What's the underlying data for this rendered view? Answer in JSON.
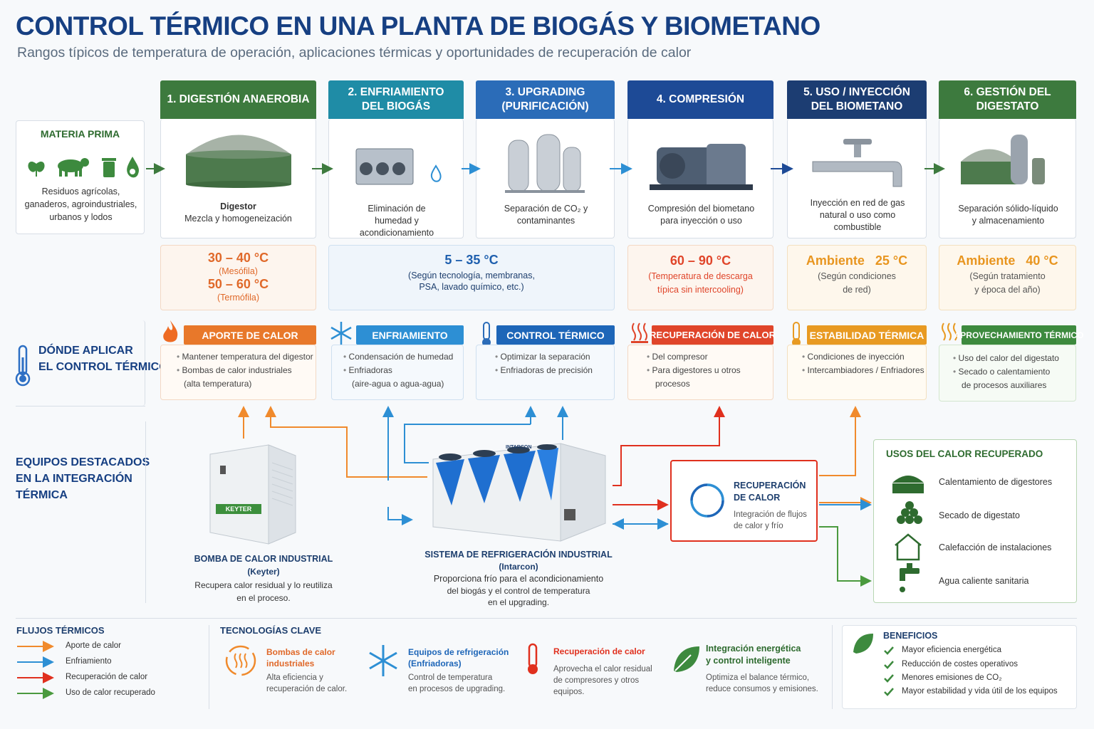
{
  "title": "CONTROL TÉRMICO EN UNA PLANTA DE BIOGÁS Y BIOMETANO",
  "subtitle": "Rangos típicos de temperatura de operación, aplicaciones térmicas y oportunidades de recuperación de calor",
  "materia": {
    "title": "MATERIA PRIMA",
    "desc": "Residuos agrícolas, ganaderos, agroindustriales, urbanos y lodos"
  },
  "stages": [
    {
      "header": "1. DIGESTIÓN ANAEROBIA",
      "bold": "Digestor",
      "caption": "Mezcla y homogeneización",
      "color": "#3d7a3e"
    },
    {
      "header": "2. ENFRIAMIENTO DEL BIOGÁS",
      "caption": "Eliminación de humedad y acondicionamiento",
      "color": "#1f8ca6"
    },
    {
      "header": "3. UPGRADING (PURIFICACIÓN)",
      "caption": "Separación de CO₂ y contaminantes",
      "color": "#2b6cb8"
    },
    {
      "header": "4. COMPRESIÓN",
      "caption": "Compresión del biometano para inyección o uso",
      "color": "#1d4a96"
    },
    {
      "header": "5. USO / INYECCIÓN DEL BIOMETANO",
      "caption": "Inyección en red de gas natural o uso como combustible",
      "color": "#1c3d72"
    },
    {
      "header": "6. GESTIÓN DEL DIGESTATO",
      "caption": "Separación sólido-líquido y almacenamiento",
      "color": "#3d7a3e"
    }
  ],
  "ranges": {
    "r1": {
      "a": "30 – 40 °C",
      "a_note": "(Mesófila)",
      "b": "50 – 60 °C",
      "b_note": "(Termófila)"
    },
    "r2": {
      "a": "5 – 35 °C",
      "note1": "(Según tecnología, membranas,",
      "note2": "PSA, lavado químico, etc.)"
    },
    "r4": {
      "a": "60 – 90 °C",
      "note1": "(Temperatura de descarga",
      "note2": "típica sin intercooling)"
    },
    "r5": {
      "a": "Ambiente",
      "b": "25 °C",
      "note1": "(Según condiciones",
      "note2": "de red)"
    },
    "r6": {
      "a": "Ambiente",
      "b": "40 °C",
      "note1": "(Según tratamiento",
      "note2": "y época del año)"
    }
  },
  "control_section": {
    "line1": "DÓNDE APLICAR",
    "line2": "EL CONTROL TÉRMICO"
  },
  "controls": [
    {
      "tag": "APORTE DE CALOR",
      "b1": "Mantener temperatura del digestor",
      "b2": "Bombas de calor industriales",
      "b3": "(alta temperatura)",
      "color": "#e8782a"
    },
    {
      "tag": "ENFRIAMIENTO",
      "b1": "Condensación de humedad",
      "b2": "Enfriadoras",
      "b3": "(aire-agua o agua-agua)",
      "color": "#2d8fd4"
    },
    {
      "tag": "CONTROL TÉRMICO",
      "b1": "Optimizar la separación",
      "b2": "Enfriadoras de precisión",
      "color": "#1e66b8"
    },
    {
      "tag": "RECUPERACIÓN DE CALOR",
      "b1": "Del compresor",
      "b2": "Para digestores u otros",
      "b3": "procesos",
      "color": "#e0452a"
    },
    {
      "tag": "ESTABILIDAD TÉRMICA",
      "b1": "Condiciones de inyección",
      "b2": "Intercambiadores / Enfriadores",
      "color": "#e89a22"
    },
    {
      "tag": "APROVECHAMIENTO TÉRMICO",
      "b1": "Uso del calor del digestato",
      "b2": "Secado o calentamiento",
      "b3": "de procesos auxiliares",
      "color": "#3d8a3e"
    }
  ],
  "equip_section": {
    "line1": "EQUIPOS DESTACADOS",
    "line2": "EN LA INTEGRACIÓN",
    "line3": "TÉRMICA"
  },
  "equip": {
    "keyter_brand": "KEYTER",
    "pump_title": "BOMBA DE CALOR INDUSTRIAL",
    "pump_brand": "(Keyter)",
    "pump_desc1": "Recupera calor residual y lo reutiliza",
    "pump_desc2": "en el proceso.",
    "intarcon_brand": "INTARCON",
    "refri_title": "SISTEMA DE REFRIGERACIÓN INDUSTRIAL",
    "refri_brand": "(Intarcon)",
    "refri_desc1": "Proporciona frío para el acondicionamiento",
    "refri_desc2": "del biogás y el control de temperatura",
    "refri_desc3": "en el upgrading."
  },
  "recovery": {
    "title1": "RECUPERACIÓN",
    "title2": "DE CALOR",
    "desc1": "Integración de flujos",
    "desc2": "de calor y frío"
  },
  "uses": {
    "title": "USOS DEL CALOR RECUPERADO",
    "items": [
      "Calentamiento de digestores",
      "Secado de digestato",
      "Calefacción de instalaciones",
      "Agua caliente sanitaria"
    ]
  },
  "flows": {
    "title": "FLUJOS TÉRMICOS",
    "items": [
      "Aporte de calor",
      "Enfriamiento",
      "Recuperación de calor",
      "Uso de calor recuperado"
    ]
  },
  "tech": {
    "title": "TECNOLOGÍAS CLAVE",
    "items": [
      {
        "t1": "Bombas de calor",
        "t2": "industriales",
        "d1": "Alta eficiencia y",
        "d2": "recuperación de calor."
      },
      {
        "t1": "Equipos de refrigeración",
        "t2": "(Enfriadoras)",
        "d1": "Control de temperatura",
        "d2": "en procesos de upgrading."
      },
      {
        "t1": "Recuperación de calor",
        "d1": "Aprovecha el calor residual",
        "d2": "de compresores y otros",
        "d3": "equipos."
      },
      {
        "t1": "Integración energética",
        "t2": "y control inteligente",
        "d1": "Optimiza el balance térmico,",
        "d2": "reduce consumos y emisiones."
      }
    ]
  },
  "benefits": {
    "title": "BENEFICIOS",
    "items": [
      "Mayor eficiencia energética",
      "Reducción de costes operativos",
      "Menores emisiones de CO₂",
      "Mayor estabilidad y vida útil de los equipos"
    ]
  },
  "colors": {
    "heat": "#f08a2c",
    "cold": "#2d8fd4",
    "recovery": "#e0301e",
    "use": "#4a9a3e",
    "navy": "#163f82"
  }
}
